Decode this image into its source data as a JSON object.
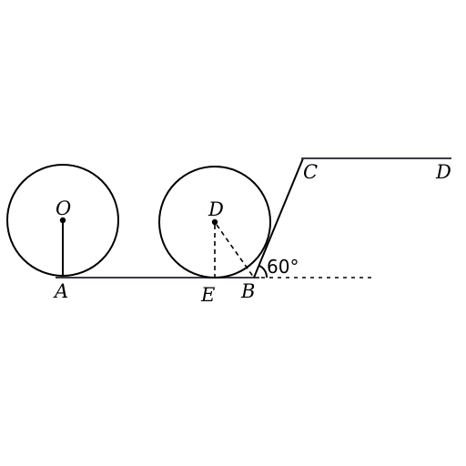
{
  "labels": {
    "O": "O",
    "A": "A",
    "D_center": "D",
    "E": "E",
    "B": "B",
    "C": "C",
    "D_end": "D",
    "angle": "60°"
  }
}
